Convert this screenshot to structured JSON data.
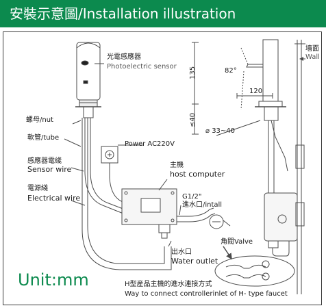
{
  "header": {
    "title": "安裝示意圖/Installation illustration",
    "color": "#0c8a4e"
  },
  "labels": {
    "sensor_zh": "光電感應器",
    "sensor_en": "Photoelectric sensor",
    "nut": "螺母/nut",
    "tube": "軟管/tube",
    "sensor_wire_zh": "感應器電綫",
    "sensor_wire_en": "Sensor wire",
    "elec_wire_zh": "電源綫",
    "elec_wire_en": "Electrical wire",
    "power": "Power AC220V",
    "host_zh": "主機",
    "host_en": "host computer",
    "g12": "G1/2\"",
    "intall": "進水口/intall",
    "valve": "角閥Valve",
    "outlet_zh": "出水口",
    "outlet_en": "Water outlet",
    "wall_zh": "墙面",
    "wall_en": "Wall",
    "angle": "82°",
    "dim135": "135",
    "dim120": "120",
    "dim40": "≤40",
    "dia": "⌀ 33~40",
    "unit": "Unit:mm",
    "caption_zh": "H型産品主機的進水連接方式",
    "caption_en": "Way to connect controllerinlet of H- type faucet"
  },
  "colors": {
    "line": "#4a4a4a",
    "accent": "#0c8a4e"
  }
}
